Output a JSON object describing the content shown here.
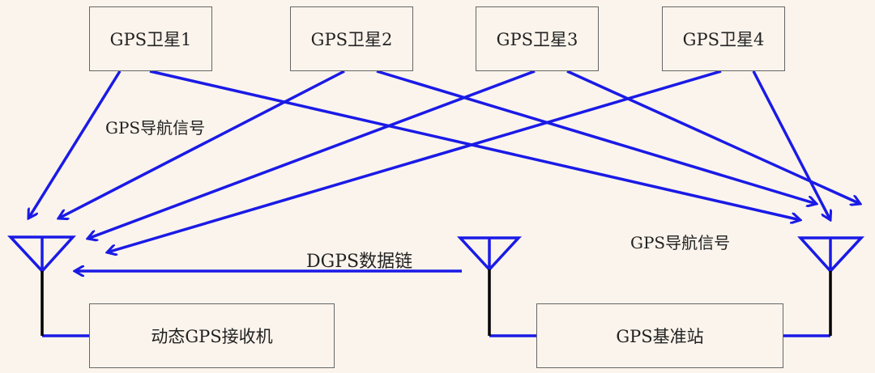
{
  "satellites": [
    "GPS卫星1",
    "GPS卫星2",
    "GPS卫星3",
    "GPS卫星4"
  ],
  "labels": {
    "nav_signal_left": "GPS导航信号",
    "nav_signal_right": "GPS导航信号",
    "data_link": "DGPS数据链"
  },
  "receiver": "动态GPS接收机",
  "base_station": "GPS基准站",
  "colors": {
    "signal": "#1a1ae6",
    "cable": "#000000"
  }
}
